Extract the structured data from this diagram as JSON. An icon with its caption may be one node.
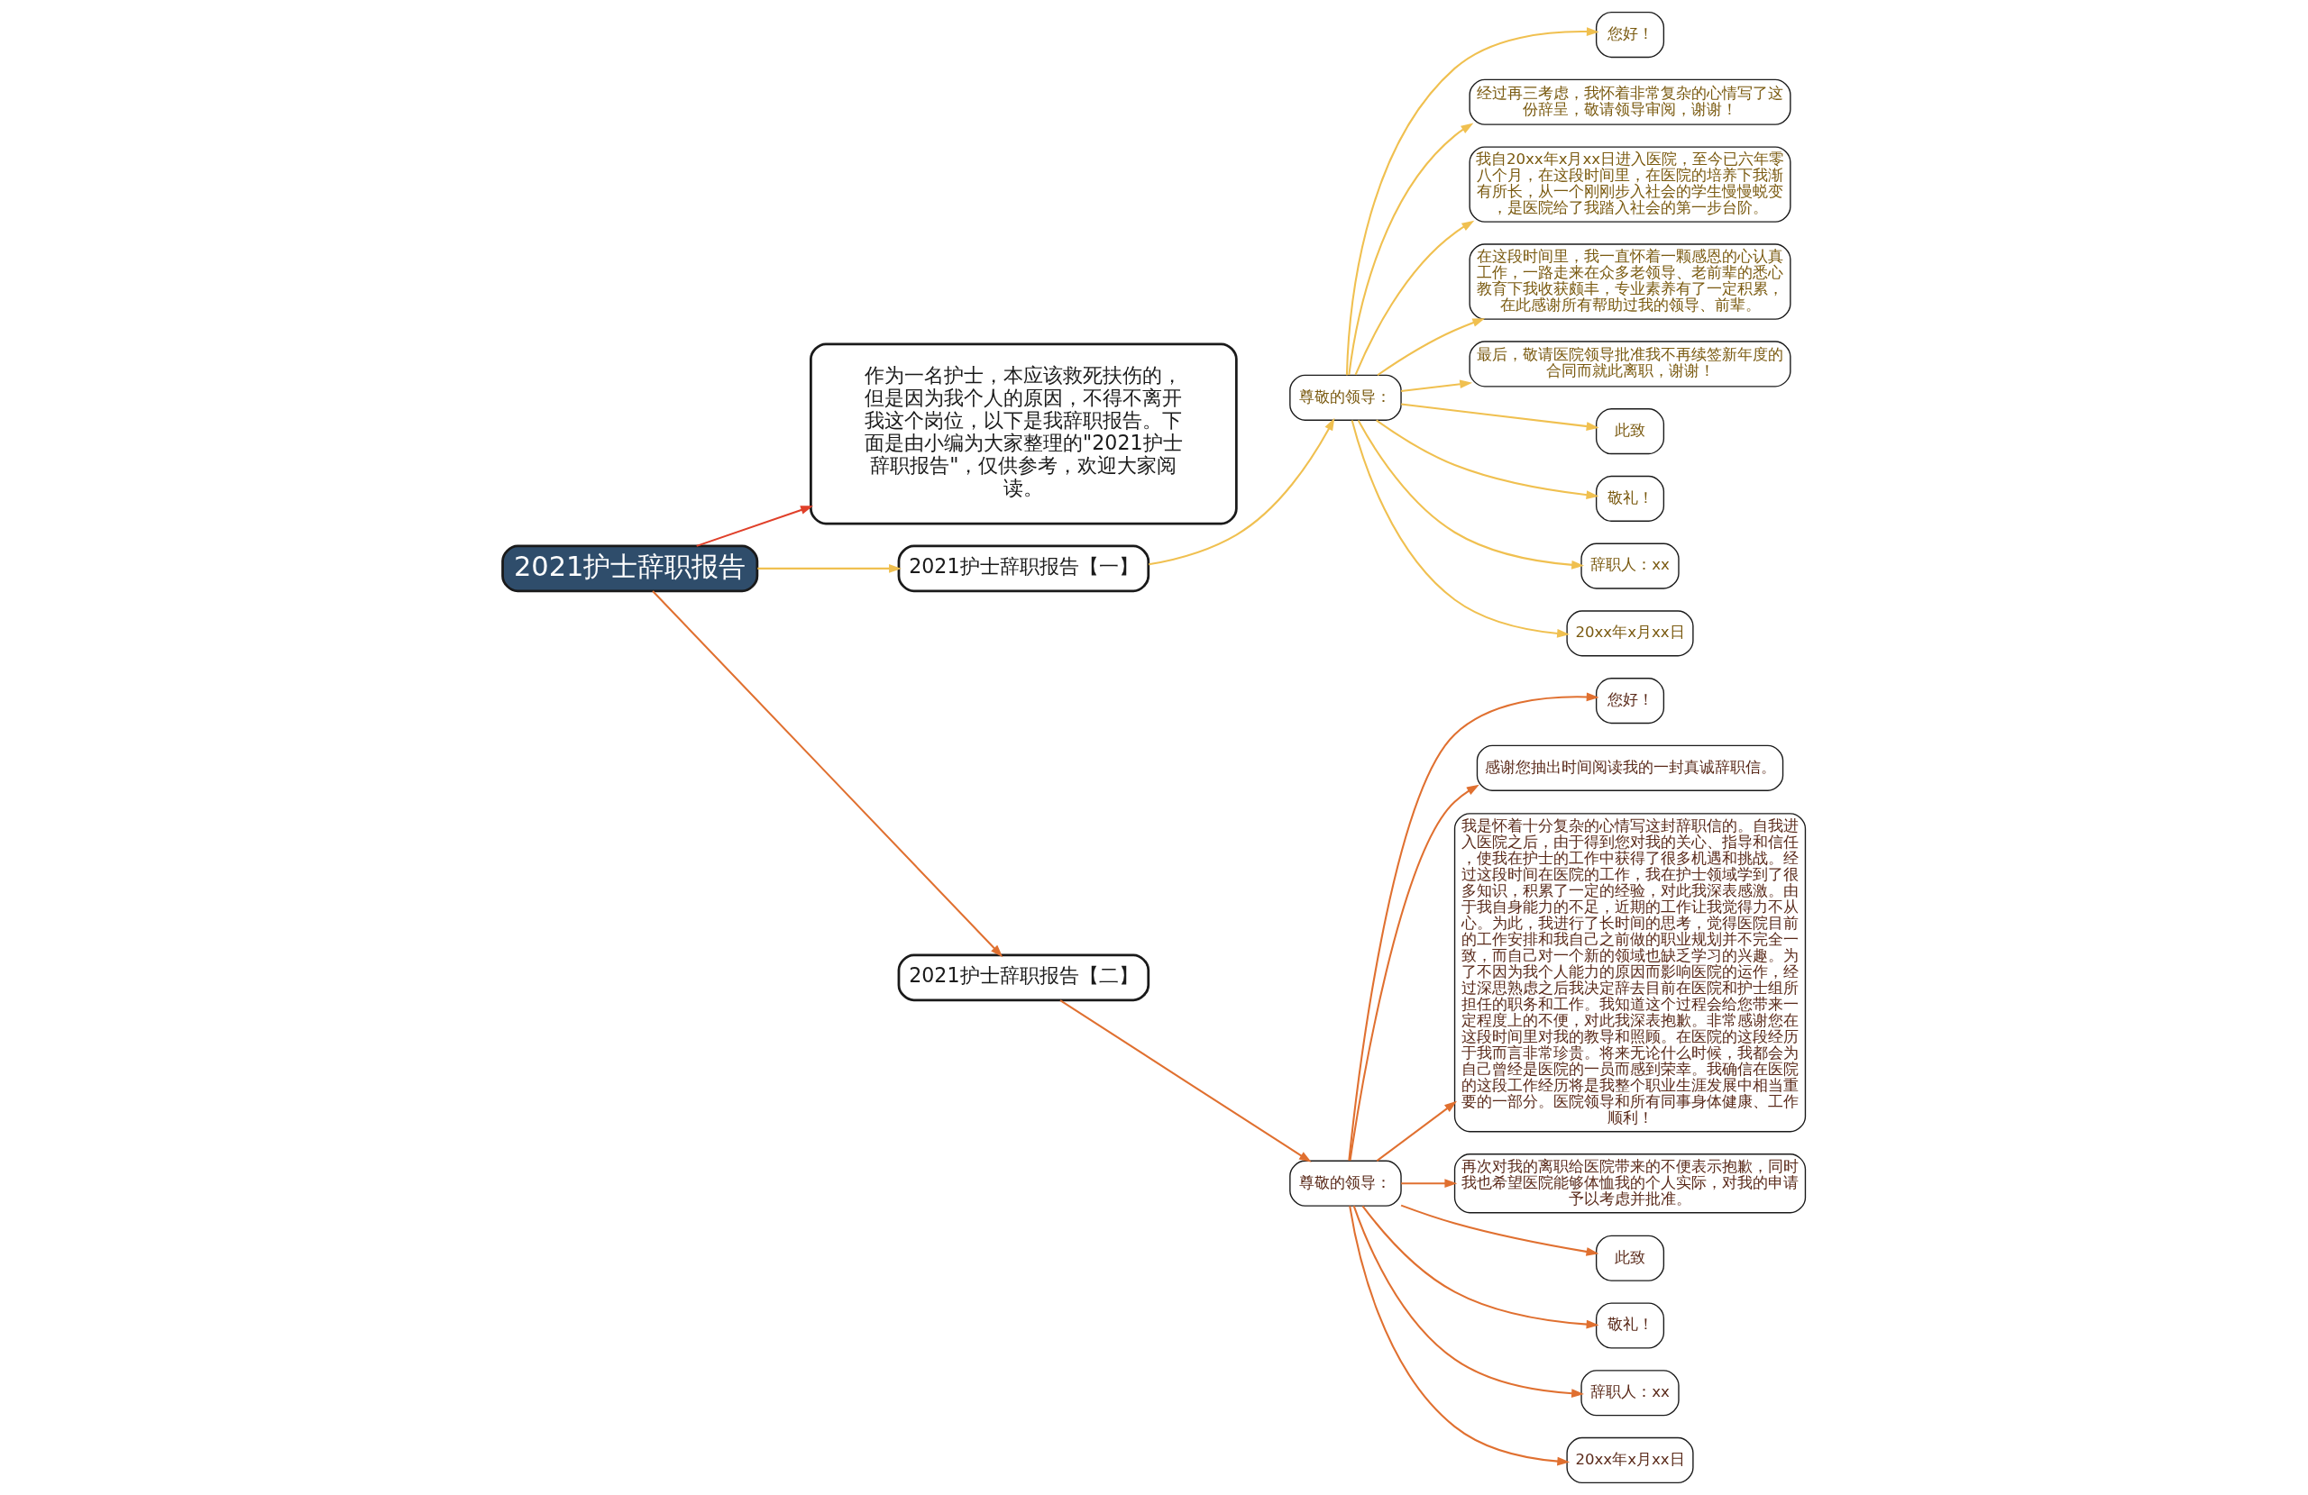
{
  "diagram": {
    "nodes": [
      {
        "text": [
          "2021护士辞职报告"
        ]
      },
      {
        "text": [
          "作为一名护士，本应该救死扶伤的，但是因为我个人的原因，不得不离开我这个岗位，以下是我辞职报告。下面是由小编为大家整理的\"2021护士辞职报告\"，仅供参考，欢迎大家阅读。"
        ]
      },
      {
        "text": [
          "2021护士辞职报告【一】"
        ]
      },
      {
        "text": [
          "尊敬的领导："
        ]
      },
      {
        "text": [
          "您好！"
        ]
      },
      {
        "text": [
          "经过再三考虑，我怀着非常复杂的心情写了这份辞呈，敬请领导审阅，谢谢！"
        ]
      },
      {
        "text": [
          "我自20xx年x月xx日进入医院，至今已六年零八个月，在这段时间里，在医院的培养下我渐有所长，从一个刚刚步入社会的学生慢慢蜕变，是医院给了我踏入社会的第一步台阶。"
        ]
      },
      {
        "text": [
          "在这段时间里，我一直怀着一颗感恩的心认真工作，一路走来在众多老领导、老前辈的悉心教育下我收获颇丰，专业素养有了一定积累，在此感谢所有帮助过我的领导、前辈。"
        ]
      },
      {
        "text": [
          "最后，敬请医院领导批准我不再续签新年度的合同而就此离职，谢谢！"
        ]
      },
      {
        "text": [
          "此致"
        ]
      },
      {
        "text": [
          "敬礼！"
        ]
      },
      {
        "text": [
          "辞职人：xx"
        ]
      },
      {
        "text": [
          "20xx年x月xx日"
        ]
      },
      {
        "text": [
          "2021护士辞职报告【二】"
        ]
      },
      {
        "text": [
          "尊敬的领导："
        ]
      },
      {
        "text": [
          "您好！"
        ]
      },
      {
        "text": [
          "感谢您抽出时间阅读我的一封真诚辞职信。"
        ]
      },
      {
        "text": [
          "我是怀着十分复杂的心情写这封辞职信的。自我进入医院之后，由于得到您对我的关心、指导和信任，使我在护士的工作中获得了很多机遇和挑战。经过这段时间在医院的工作，我在护士领域学到了很多知识，积累了一定的经验，对此我深表感激。由于我自身能力的不足，近期的工作让我觉得力不从心。为此，我进行了长时间的思考，觉得医院目前的工作安排和我自己之前做的职业规划并不完全一致，而自己对一个新的领域也缺乏学习的兴趣。为了不因为我个人能力的原因而影响医院的运作，经过深思熟虑之后我决定辞去目前在医院和护士组所担任的职务和工作。我知道这个过程会给您带来一定程度上的不便，对此我深表抱歉。非常感谢您在这段时间里对我的教导和照顾。在医院的这段经历于我而言非常珍贵。将来无论什么时候，我都会为自己曾经是医院的一员而感到荣幸。我确信在医院的这段工作经历将是我整个职业生涯发展中相当重要的一部分。医院领导和所有同事身体健康、工作顺利！"
        ]
      },
      {
        "text": [
          "再次对我的离职给医院带来的不便表示抱歉，同时我也希望医院能够体恤我的个人实际，对我的申请予以考虑并批准。"
        ]
      },
      {
        "text": [
          "此致"
        ]
      },
      {
        "text": [
          "敬礼！"
        ]
      },
      {
        "text": [
          "辞职人：xx"
        ]
      },
      {
        "text": [
          "20xx年x月xx日"
        ]
      }
    ],
    "edges": [
      {
        "from": 0,
        "to": 1,
        "arrow": "to",
        "color": "#e0402a"
      },
      {
        "from": 0,
        "to": 2,
        "arrow": "to",
        "color": "#f0c050"
      },
      {
        "from": 2,
        "to": 3,
        "arrow": "to",
        "color": "#f0c050"
      },
      {
        "from": 3,
        "to": 4,
        "arrow": "to",
        "color": "#f0c050"
      },
      {
        "from": 3,
        "to": 5,
        "arrow": "to",
        "color": "#f0c050"
      },
      {
        "from": 3,
        "to": 6,
        "arrow": "to",
        "color": "#f0c050"
      },
      {
        "from": 3,
        "to": 7,
        "arrow": "to",
        "color": "#f0c050"
      },
      {
        "from": 3,
        "to": 8,
        "arrow": "to",
        "color": "#f0c050"
      },
      {
        "from": 3,
        "to": 9,
        "arrow": "to",
        "color": "#f0c050"
      },
      {
        "from": 3,
        "to": 10,
        "arrow": "to",
        "color": "#f0c050"
      },
      {
        "from": 3,
        "to": 11,
        "arrow": "to",
        "color": "#f0c050"
      },
      {
        "from": 3,
        "to": 12,
        "arrow": "to",
        "color": "#f0c050"
      },
      {
        "from": 0,
        "to": 13,
        "arrow": "to",
        "color": "#e07030"
      },
      {
        "from": 13,
        "to": 14,
        "arrow": "to",
        "color": "#e07030"
      },
      {
        "from": 14,
        "to": 15,
        "arrow": "to",
        "color": "#e07030"
      },
      {
        "from": 14,
        "to": 16,
        "arrow": "to",
        "color": "#e07030"
      },
      {
        "from": 14,
        "to": 17,
        "arrow": "to",
        "color": "#e07030"
      },
      {
        "from": 14,
        "to": 18,
        "arrow": "to",
        "color": "#e07030"
      },
      {
        "from": 14,
        "to": 19,
        "arrow": "to",
        "color": "#e07030"
      },
      {
        "from": 14,
        "to": 20,
        "arrow": "to",
        "color": "#e07030"
      },
      {
        "from": 14,
        "to": 21,
        "arrow": "to",
        "color": "#e07030"
      },
      {
        "from": 14,
        "to": 22,
        "arrow": "to",
        "color": "#e07030"
      }
    ]
  }
}
